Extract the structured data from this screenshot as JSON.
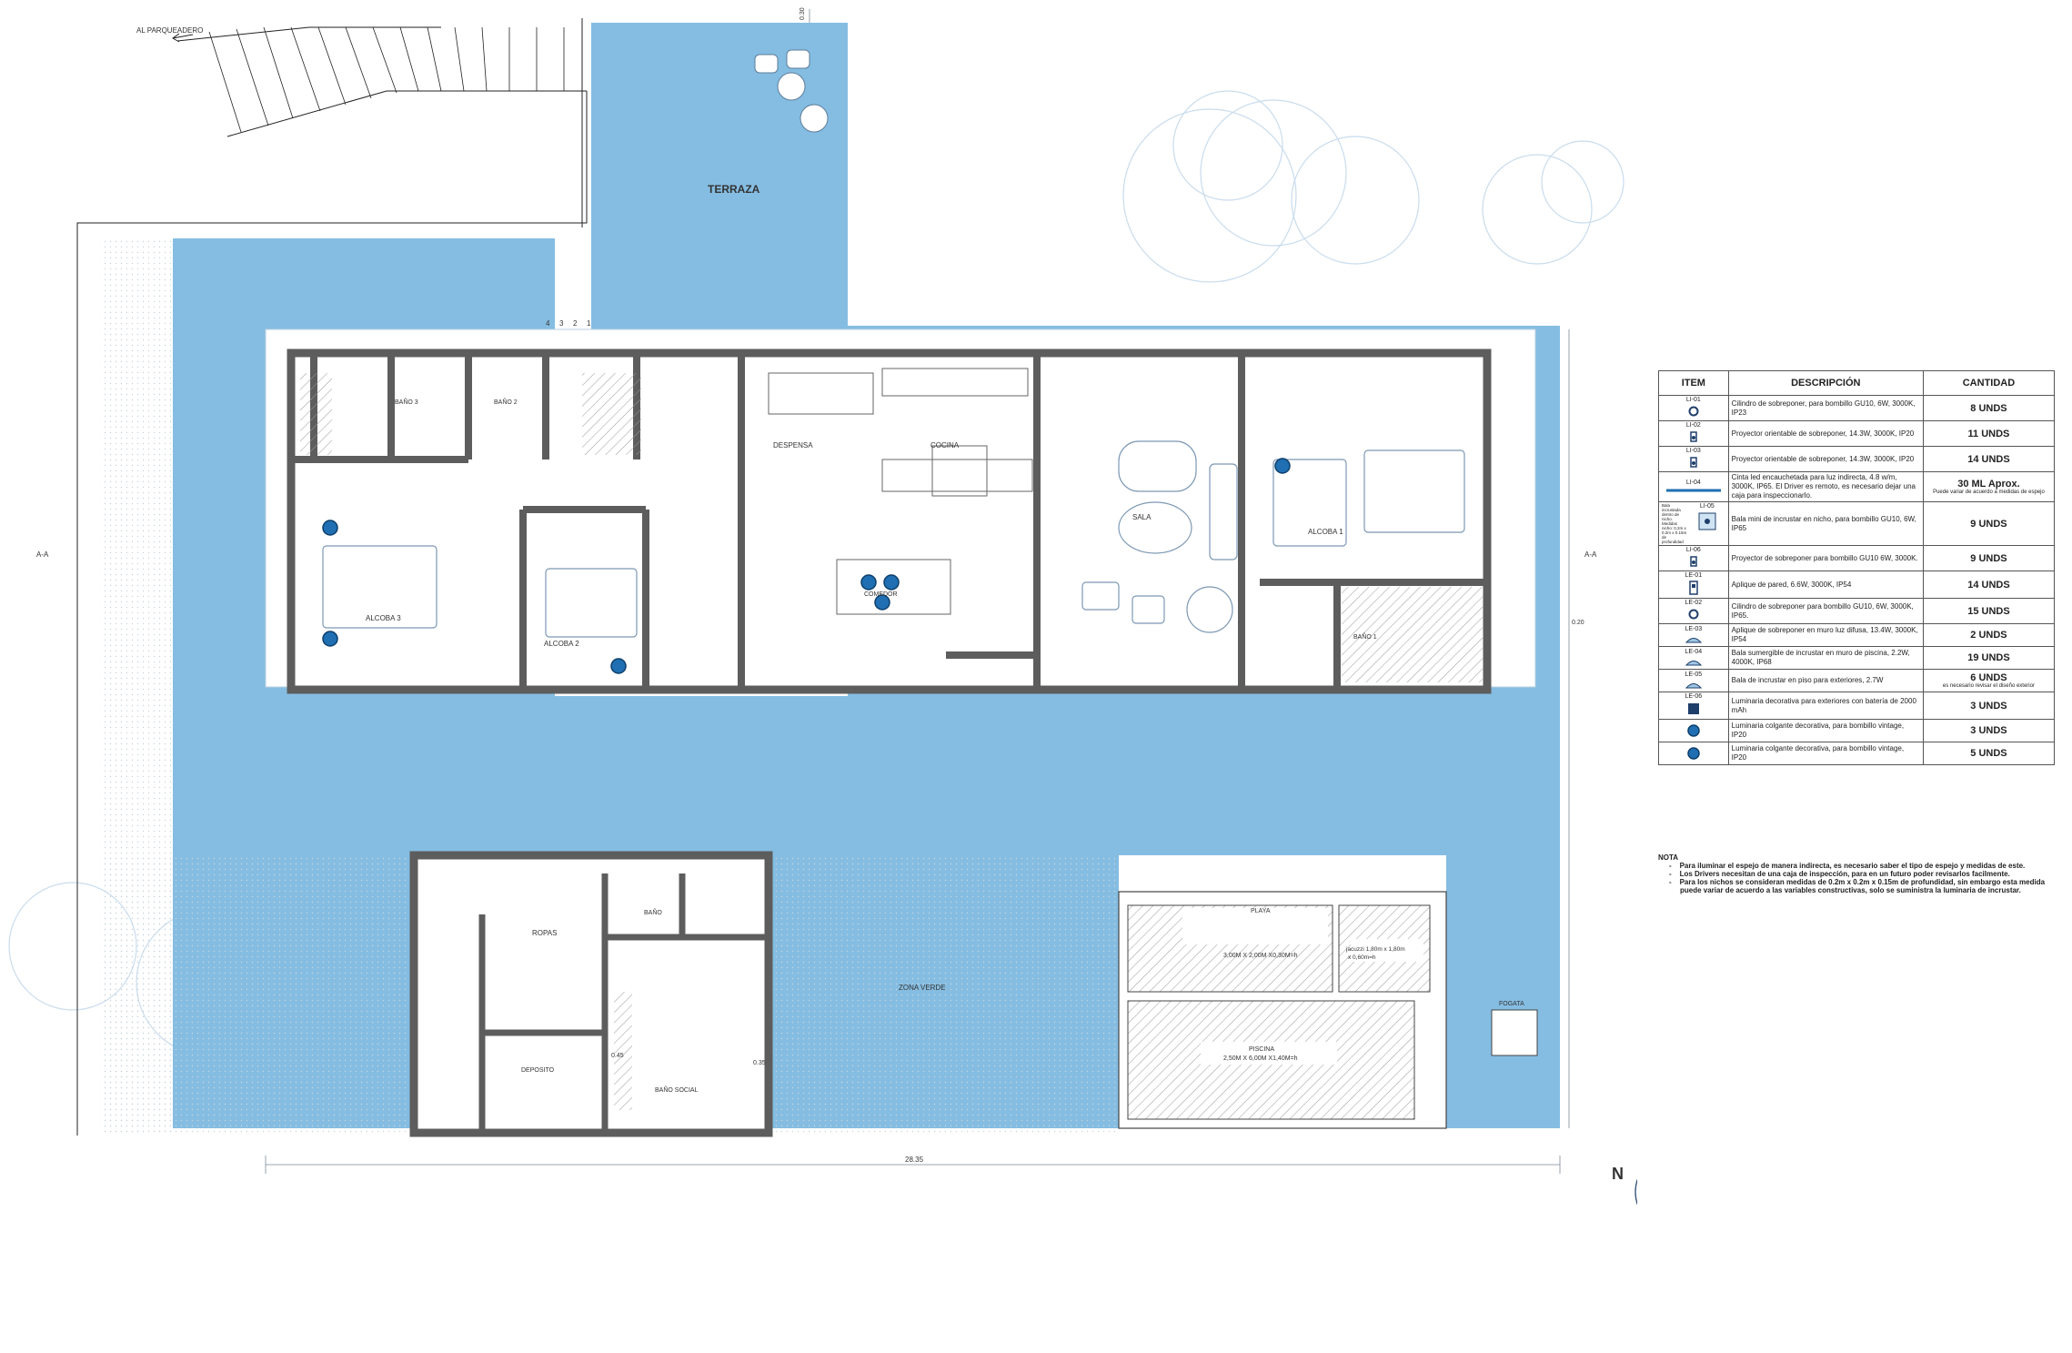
{
  "labels": {
    "parking": "AL PARQUEADERO",
    "terraza": "TERRAZA",
    "bano3": "BAÑO 3",
    "bano2": "BAÑO 2",
    "bano1": "BAÑO 1",
    "bano": "BAÑO",
    "alcoba3": "ALCOBA 3",
    "alcoba2": "ALCOBA 2",
    "alcoba1": "ALCOBA 1",
    "despensa": "DESPENSA",
    "cocina": "COCINA",
    "comedor": "COMEDOR",
    "sala": "SALA",
    "ropas": "ROPAS",
    "deposito": "DEPOSITO",
    "bano_social": "BAÑO SOCIAL",
    "zona_verde": "ZONA VERDE",
    "playa": "PLAYA",
    "playa_dim": "3,00M X 2,00M X0,30M=h",
    "jacuzzi": "jacuzzi 1,80m x 1,80m",
    "jacuzzi_h": "x 0,60m=h",
    "piscina": "PISCINA",
    "piscina_dim": "2,50M X 6,00M X1,40M=h",
    "fogata": "FOGATA",
    "dim_total": "28.35",
    "dim_top": "0.30",
    "dim_right": "0.20",
    "section_a_left": "A-A",
    "section_a_right": "A-A",
    "north": "N",
    "stair_1": "4",
    "stair_2": "3",
    "stair_3": "2",
    "stair_4": "1",
    "dim_045": "0.45",
    "dim_035": "0.35"
  },
  "legend": {
    "headers": [
      "ITEM",
      "DESCRIPCIÓN",
      "CANTIDAD"
    ],
    "rows": [
      {
        "code": "LI-01",
        "symbol": "ring-icon",
        "desc": "Cilindro de sobreponer, para bombillo GU10, 6W, 3000K, IP23",
        "qty": "8 UNDS",
        "note": ""
      },
      {
        "code": "LI-02",
        "symbol": "projector-icon",
        "desc": "Proyector orientable de sobreponer, 14.3W, 3000K, IP20",
        "qty": "11 UNDS",
        "note": ""
      },
      {
        "code": "LI-03",
        "symbol": "projector-icon",
        "desc": "Proyector orientable de sobreponer, 14.3W, 3000K, IP20",
        "qty": "14 UNDS",
        "note": ""
      },
      {
        "code": "LI-04",
        "symbol": "strip-icon",
        "desc": "Cinta led encauchetada para luz indirecta, 4.8 w/m, 3000K, IP65. El Driver es remoto, es necesario dejar una caja para inspeccionarlo.",
        "qty": "30 ML Aprox.",
        "note": "Puede variar de acuerdo a medidas de espejo"
      },
      {
        "code": "LI-05",
        "symbol": "niche-icon",
        "desc": "Bala mini de incrustar en nicho, para bombillo GU10, 6W, IP65",
        "qty": "9 UNDS",
        "note": "",
        "side": "Bala incrustada dentro de nicho. Medidas nicho: 0.2m x 0.2m x 0.15m de profundidad"
      },
      {
        "code": "LI-06",
        "symbol": "projector-icon",
        "desc": "Proyector de sobreponer para bombillo GU10 6W, 3000K.",
        "qty": "9 UNDS",
        "note": ""
      },
      {
        "code": "LE-01",
        "symbol": "wall-lamp-icon",
        "desc": "Aplique de pared, 6.6W, 3000K, IP54",
        "qty": "14 UNDS",
        "note": ""
      },
      {
        "code": "LE-02",
        "symbol": "ring-icon",
        "desc": "Cilindro de sobreponer para bombillo GU10, 6W, 3000K, IP65.",
        "qty": "15 UNDS",
        "note": ""
      },
      {
        "code": "LE-03",
        "symbol": "dome-icon",
        "desc": "Aplique de sobreponer en muro luz difusa, 13.4W, 3000K, IP54",
        "qty": "2 UNDS",
        "note": ""
      },
      {
        "code": "LE-04",
        "symbol": "dome-icon",
        "desc": "Bala sumergible de incrustar en muro de piscina, 2.2W, 4000K, IP68",
        "qty": "19 UNDS",
        "note": ""
      },
      {
        "code": "LE-05",
        "symbol": "dome-icon",
        "desc": "Bala de incrustar en piso para exteriores, 2.7W",
        "qty": "6 UNDS",
        "note": "es necesario revisar el diseño exterior"
      },
      {
        "code": "LE-06",
        "symbol": "lantern-icon",
        "desc": "Luminaria decorativa para exteriores con batería de 2000 mAh",
        "qty": "3 UNDS",
        "note": ""
      },
      {
        "code": "",
        "symbol": "pendant-icon",
        "desc": "Luminaria colgante decorativa, para bombillo vintage, IP20",
        "qty": "3 UNDS",
        "note": ""
      },
      {
        "code": "",
        "symbol": "pendant-icon",
        "desc": "Luminaria colgante decorativa, para bombillo vintage, IP20",
        "qty": "5 UNDS",
        "note": ""
      }
    ]
  },
  "notes": {
    "title": "NOTA",
    "items": [
      "Para iluminar el espejo de manera indirecta, es necesario saber el tipo de espejo y medidas de este.",
      "Los Drivers necesitan de una caja de inspección, para en un futuro poder revisarlos facilmente.",
      "Para los nichos se consideran medidas de 0.2m x 0.2m x 0.15m de profundidad, sin embargo esta medida puede variar de acuerdo a las variables constructivas, solo se suministra la luminaria de incrustar."
    ]
  },
  "colors": {
    "water": "#85bde2",
    "wall": "#5d5d5d",
    "floor": "#ffffff",
    "accent": "#1f6fb2",
    "line": "#9fc8e6"
  }
}
